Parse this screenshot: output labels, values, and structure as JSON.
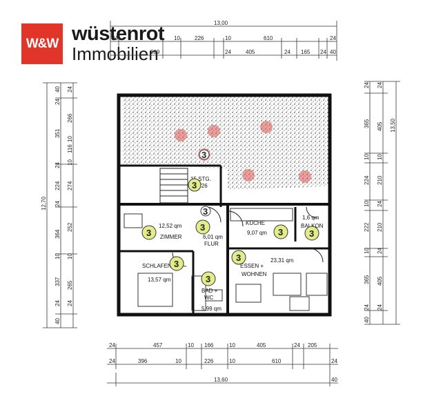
{
  "brand": {
    "logo_text": "W&W",
    "name": "wüstenrot",
    "subtitle": "Immobilien",
    "logo_color": "#e2352a"
  },
  "plan": {
    "top_dims_row1": [
      "13,00",
      "24",
      "226",
      "10",
      "10",
      "610",
      "24"
    ],
    "top_dims_row2": [
      "509",
      "24",
      "405",
      "24",
      "165",
      "24",
      "40"
    ],
    "bottom_dims_row1": [
      "24",
      "457",
      "10",
      "166",
      "10",
      "405",
      "24",
      "205"
    ],
    "bottom_dims_row2": [
      "24",
      "396",
      "10",
      "226",
      "10",
      "610",
      "24"
    ],
    "bottom_total": "13,60",
    "bottom_end": "40",
    "left_total": "12,70",
    "left_dims_outer": [
      "40",
      "24",
      "351",
      "24",
      "224",
      "24",
      "364",
      "10",
      "337",
      "24",
      "40"
    ],
    "left_dims_inner": [
      "24",
      "266",
      "10",
      "116",
      "10",
      "274",
      "252",
      "10",
      "265",
      "24"
    ],
    "right_total": "13,50",
    "right_dims_outer": [
      "24",
      "365",
      "10",
      "224",
      "10",
      "222",
      "10",
      "365",
      "24",
      "40"
    ],
    "right_dims_inner": [
      "24",
      "405",
      "10",
      "210",
      "24",
      "210",
      "24",
      "405",
      "24"
    ],
    "rooms": {
      "stair": "15 STG.",
      "stair_ratio": "18³/26",
      "zimmer": "ZIMMER",
      "zimmer_area": "12,52 qm",
      "flur": "FLUR",
      "flur_area": "6,01 qm",
      "kueche": "KÜCHE",
      "kueche_area": "9,07 qm",
      "balkon": "BALKON",
      "balkon_area": "1,6 qm",
      "schlafen": "SCHLAFEN",
      "schlafen_area": "13,57 qm",
      "essen": "ESSEN +",
      "wohnen": "WOHNEN",
      "essen_area": "23,31 qm",
      "bad": "BAD +",
      "wc": "WC",
      "bad_area": "5,99 qm"
    },
    "badges": [
      "3",
      "3",
      "3",
      "3",
      "3",
      "3",
      "3",
      "3",
      "3",
      "3"
    ],
    "badge_color": "#e3ec8a"
  }
}
